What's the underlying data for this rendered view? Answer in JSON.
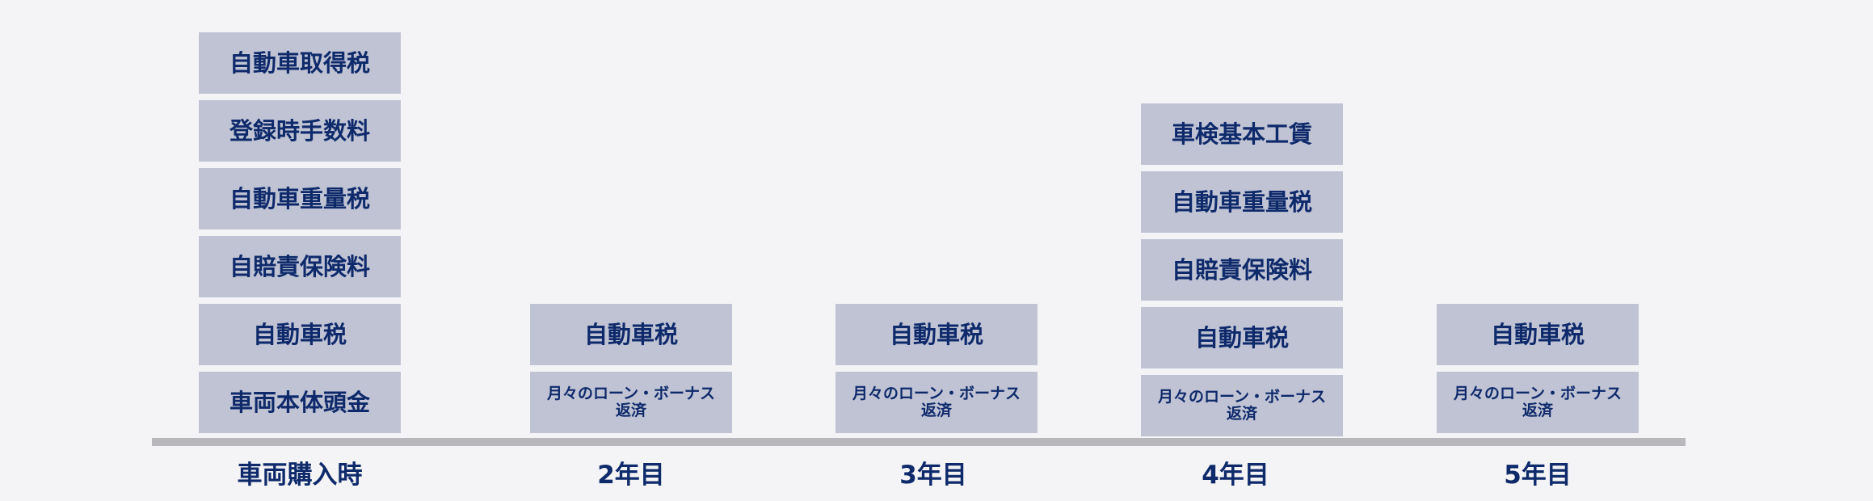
{
  "colors": {
    "background": "#f4f4f6",
    "box_fill": "#c0c3d4",
    "text": "#0e2a6b",
    "baseline": "#b8b8bc"
  },
  "columns": [
    {
      "label": "車両購入時",
      "items": [
        "自動車取得税",
        "登録時手数料",
        "自動車重量税",
        "自賠責保険料",
        "自動車税",
        "車両本体頭金"
      ]
    },
    {
      "label": "2年目",
      "items": [
        "自動車税",
        "月々のローン・ボーナス返済"
      ]
    },
    {
      "label": "3年目",
      "items": [
        "自動車税",
        "月々のローン・ボーナス返済"
      ]
    },
    {
      "label": "4年目",
      "items": [
        "車検基本工賃",
        "自動車重量税",
        "自賠責保険料",
        "自動車税",
        "月々のローン・ボーナス返済"
      ]
    },
    {
      "label": "5年目",
      "items": [
        "自動車税",
        "月々のローン・ボーナス返済"
      ]
    }
  ],
  "loan_text": {
    "line1": "月々のローン・ボーナス",
    "line2": "返済"
  }
}
